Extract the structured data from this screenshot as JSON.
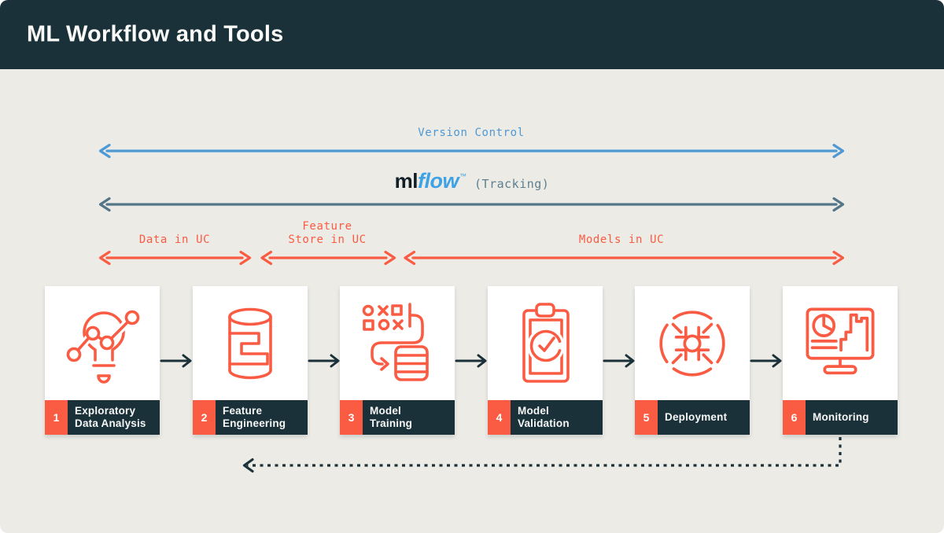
{
  "header": {
    "title": "ML Workflow and Tools"
  },
  "tracks": {
    "version_control": {
      "label": "Version Control",
      "color": "#4D99D3"
    },
    "mlflow": {
      "wordmark_ml": "ml",
      "wordmark_flow": "flow",
      "trademark": "™",
      "suffix": "(Tracking)",
      "arrow_color": "#527588",
      "logo_blue": "#3EA2E5"
    }
  },
  "uc_tracks": [
    {
      "label_line1": "Data in UC"
    },
    {
      "label_line1": "Feature",
      "label_line2": "Store in UC"
    },
    {
      "label_line1": "Models in UC"
    }
  ],
  "uc_color": "#FA5B43",
  "steps": [
    {
      "number": "1",
      "label_line1": "Exploratory",
      "label_line2": "Data Analysis",
      "icon": "lightbulb-scatter-icon"
    },
    {
      "number": "2",
      "label_line1": "Feature",
      "label_line2": "Engineering",
      "icon": "database-icon"
    },
    {
      "number": "3",
      "label_line1": "Model",
      "label_line2": "Training",
      "icon": "strategy-path-icon"
    },
    {
      "number": "4",
      "label_line1": "Model",
      "label_line2": "Validation",
      "icon": "clipboard-check-icon"
    },
    {
      "number": "5",
      "label_line1": "Deployment",
      "icon": "converge-arrows-icon"
    },
    {
      "number": "6",
      "label_line1": "Monitoring",
      "icon": "dashboard-monitor-icon"
    }
  ],
  "colors": {
    "navy": "#1B3139",
    "background": "#EDEBE6",
    "card_background": "#FFFFFF",
    "accent_orange": "#FA5B43",
    "accent_blue": "#4D99D3",
    "accent_slate": "#527588"
  }
}
